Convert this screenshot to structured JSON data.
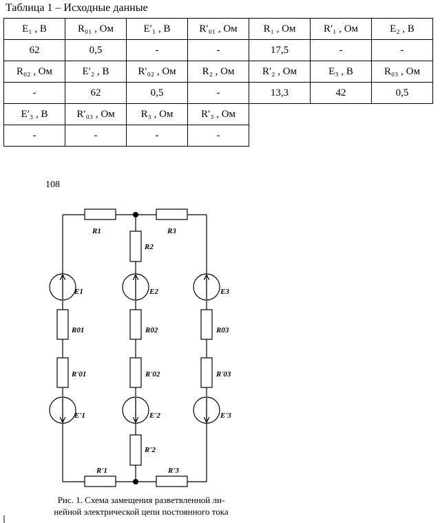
{
  "table": {
    "title": "Таблица 1 – Исходные данные",
    "rows": [
      [
        "E₁ , В",
        "R₀₁ , Ом",
        "E′₁ , В",
        "R′₀₁ , Ом",
        "R₁ , Ом",
        "R′₁ , Ом",
        "E₂ , В"
      ],
      [
        "62",
        "0,5",
        "-",
        "-",
        "17,5",
        "-",
        "-"
      ],
      [
        "R₀₂ , Ом",
        "E′₂ , В",
        "R′₀₂ , Ом",
        "R₂ , Ом",
        "R′₂ , Ом",
        "E₃ , В",
        "R₀₃ , Ом"
      ],
      [
        "-",
        "62",
        "0,5",
        "-",
        "13,3",
        "42",
        "0,5"
      ],
      [
        "E′₃ , В",
        "R′₀₃ , Ом",
        "R₃ , Ом",
        "R′₃ , Ом"
      ],
      [
        "-",
        "-",
        "-",
        "-"
      ]
    ]
  },
  "figure": {
    "page_number": "108",
    "labels": {
      "R1": "R1",
      "R3": "R3",
      "R2": "R2",
      "E1": "E1",
      "E2": "E2",
      "E3": "E3",
      "R01": "R01",
      "R02": "R02",
      "R03": "R03",
      "R01p": "R'01",
      "R02p": "R'02",
      "R03p": "R'03",
      "E1p": "E'1",
      "E2p": "E'2",
      "E3p": "E'3",
      "R2p": "R'2",
      "R1p": "R'1",
      "R3p": "R'3"
    },
    "caption_line1": "Рис. 1. Схема замещения разветвленной ли-",
    "caption_line2": "нейной электрической цепи постоянного тока"
  }
}
